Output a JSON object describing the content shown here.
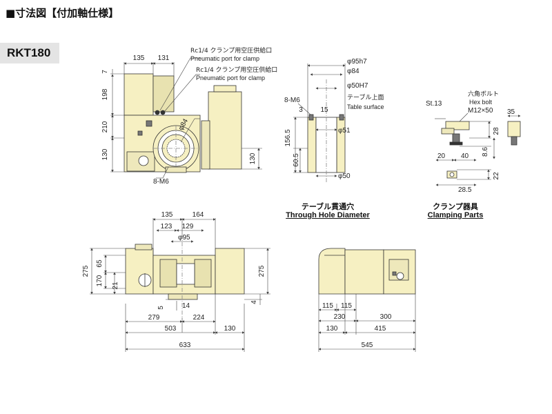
{
  "header": {
    "title": "■寸法図【付加軸仕様】"
  },
  "model": {
    "name": "RKT180"
  },
  "colors": {
    "body": "#f6f0c2",
    "line": "#333333",
    "dim": "#444444",
    "dark": "#666666"
  },
  "front_view": {
    "dims": {
      "d135": "135",
      "d131": "131",
      "d7": "7",
      "d198": "198",
      "d210": "210",
      "d130_left": "130",
      "d130_right": "130",
      "d84": "φ84",
      "m6": "8-M6"
    },
    "callouts": [
      {
        "jp": "Rc1/4 クランプ用空圧供給口",
        "en": "Pneumatic port for clamp"
      },
      {
        "jp": "Rc1/4 クランプ用空圧供給口",
        "en": "Pneumatic port for clamp"
      }
    ]
  },
  "through_hole": {
    "dims": {
      "d95h7": "φ95h7",
      "d84": "φ84",
      "d50h7": "φ50H7",
      "m6": "8-M6",
      "d3": "3",
      "d15": "15",
      "d51": "φ51",
      "d1565": "156.5",
      "d605": "60.5",
      "d50": "φ50"
    },
    "table_surface": {
      "jp": "テーブル上面",
      "en": "Table surface"
    },
    "caption": {
      "jp": "テーブル貫通穴",
      "en": "Through Hole Diameter"
    }
  },
  "clamp": {
    "dims": {
      "st13": "St.13",
      "d35": "35",
      "d28": "28",
      "d20": "20",
      "d40": "40",
      "d86": "8.6",
      "d285": "28.5",
      "d22": "22",
      "m12": "M12×50"
    },
    "bolt": {
      "jp": "六角ボルト",
      "en": "Hex bolt"
    },
    "caption": {
      "jp": "クランプ器具",
      "en": "Clamping Parts"
    }
  },
  "top_view": {
    "dims": {
      "d135": "135",
      "d164": "164",
      "d123": "123",
      "d129": "129",
      "d95": "φ95",
      "d275": "275",
      "d65": "65",
      "d170": "170",
      "d21": "21",
      "d5": "5",
      "d14": "14",
      "d279": "279",
      "d224": "224",
      "d503": "503",
      "d130": "130",
      "d633": "633",
      "d275_right": "275",
      "d4": "4"
    }
  },
  "side_view": {
    "dims": {
      "d115a": "115",
      "d115b": "115",
      "d230": "230",
      "d300": "300",
      "d130": "130",
      "d415": "415",
      "d545": "545"
    }
  }
}
